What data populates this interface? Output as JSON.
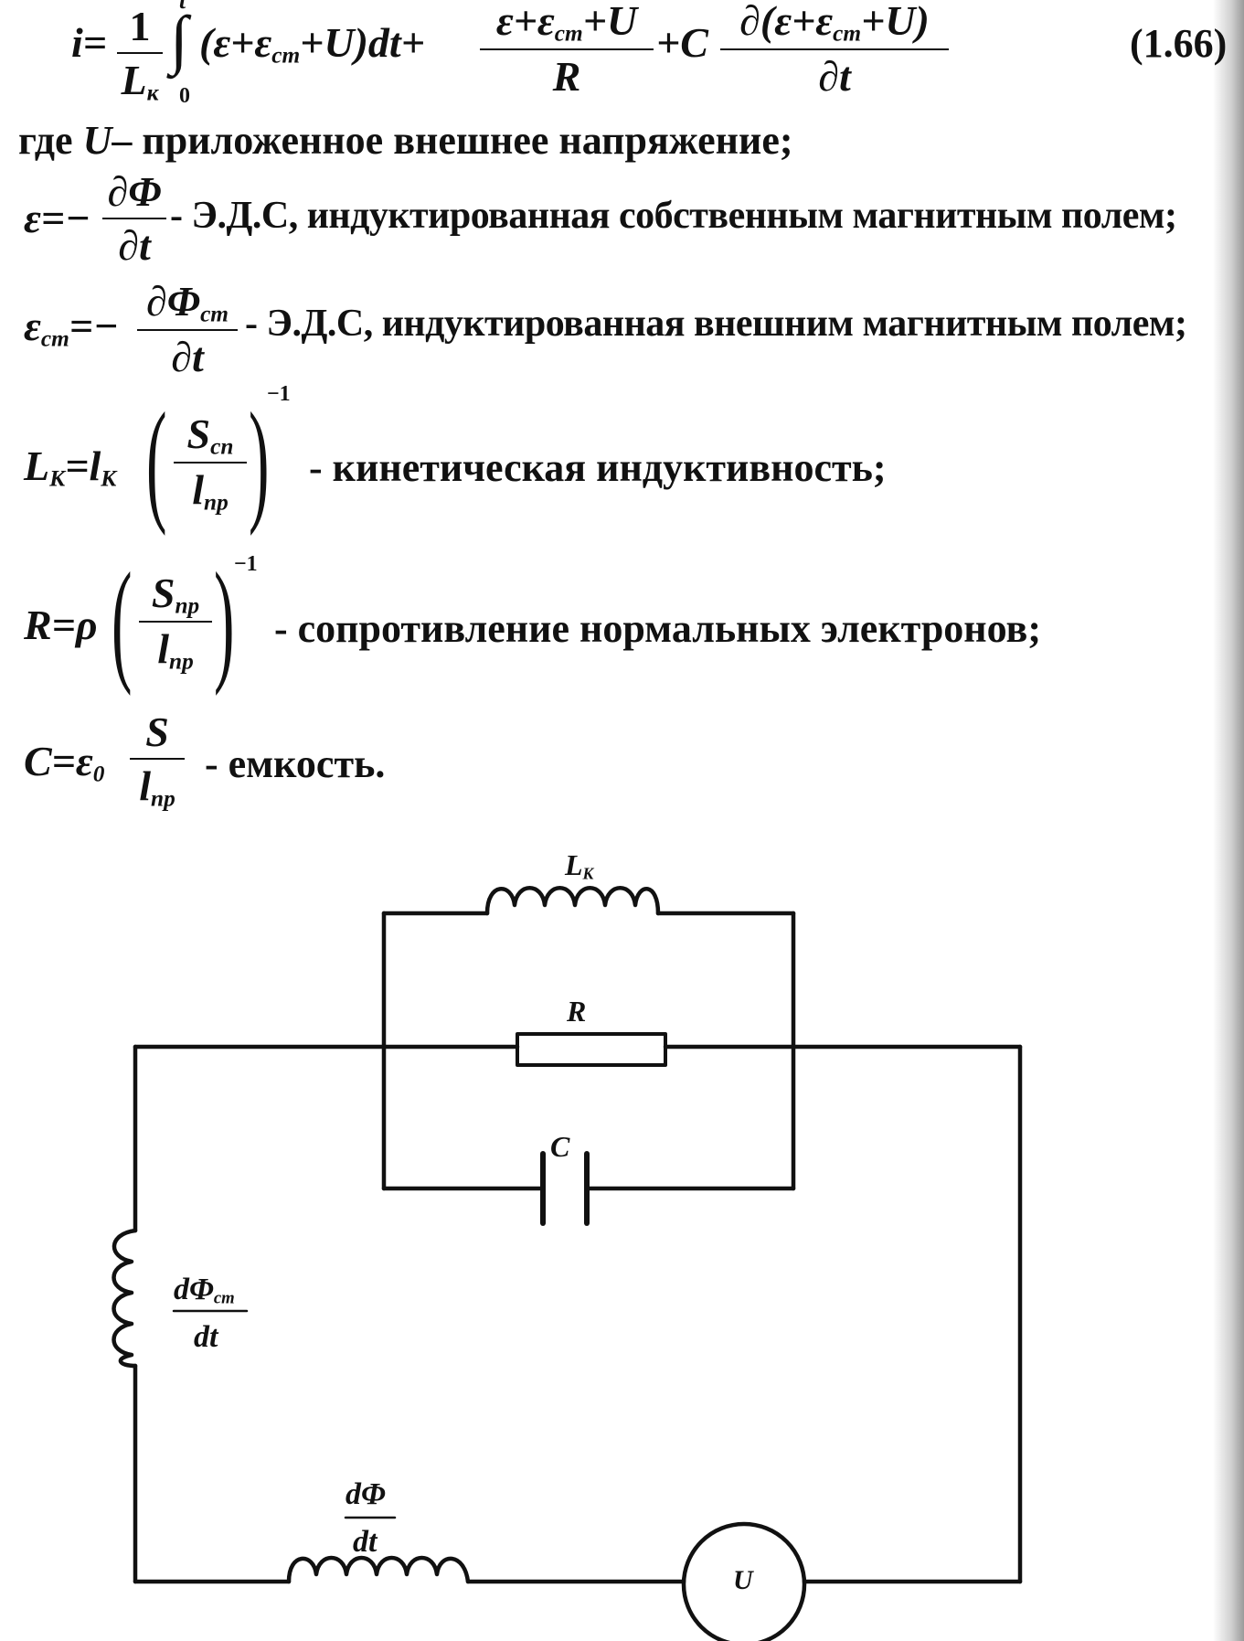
{
  "equation": {
    "lhs": "i=",
    "frac1_num": "1",
    "frac1_den": "L",
    "frac1_den_sub": "к",
    "int_upper": "t",
    "int_lower": "0",
    "integrand_a": "(ε+ε",
    "integrand_sub": "ст",
    "integrand_b": "+U",
    "integrand_c": ")dt+",
    "frac2_num_a": "ε+ε",
    "frac2_num_sub": "ст",
    "frac2_num_b": "+U",
    "frac2_den": "R",
    "plus_c": "+C",
    "frac3_num_a": "∂(ε+ε",
    "frac3_num_sub": "ст",
    "frac3_num_b": "+U)",
    "frac3_den": "∂t",
    "number": "(1.66)"
  },
  "where_line": {
    "prefix": "где ",
    "symbol": "U",
    "text": "– приложенное внешнее напряжение;"
  },
  "defs": [
    {
      "lhs": "ε=−",
      "num": "∂Φ",
      "num_sub": "",
      "den": "∂t",
      "text": "- Э.Д.С, индуктированная собственным магнитным полем;"
    },
    {
      "lhs": "ε",
      "lhs_sub": "ст",
      "lhs_tail": "=−",
      "num": "∂Φ",
      "num_sub": "ст",
      "den": "∂t",
      "text": "- Э.Д.С, индуктированная внешним магнитным полем;"
    },
    {
      "lhs": "L",
      "lhs_sub": "К",
      "lhs_mid": "=l",
      "lhs_mid_sub": "К",
      "num": "S",
      "num_sub": "сп",
      "den": "l",
      "den_sub": "пр",
      "exp": "−1",
      "text": "- кинетическая индуктивность;"
    },
    {
      "lhs": "R=ρ",
      "num": "S",
      "num_sub": "пр",
      "den": "l",
      "den_sub": "пр",
      "exp": "−1",
      "text": "- сопротивление нормальных электронов;"
    },
    {
      "lhs": "C=ε",
      "lhs_sub": "0",
      "num": "S",
      "den": "l",
      "den_sub": "пр",
      "text": "- емкость."
    }
  ],
  "circuit": {
    "lk_label": "L",
    "lk_sub": "К",
    "r_label": "R",
    "c_label": "C",
    "left_ind_num": "dΦ",
    "left_ind_num_sub": "ст",
    "left_ind_den": "dt",
    "bottom_ind_num": "dΦ",
    "bottom_ind_den": "dt",
    "source_label": "U"
  }
}
